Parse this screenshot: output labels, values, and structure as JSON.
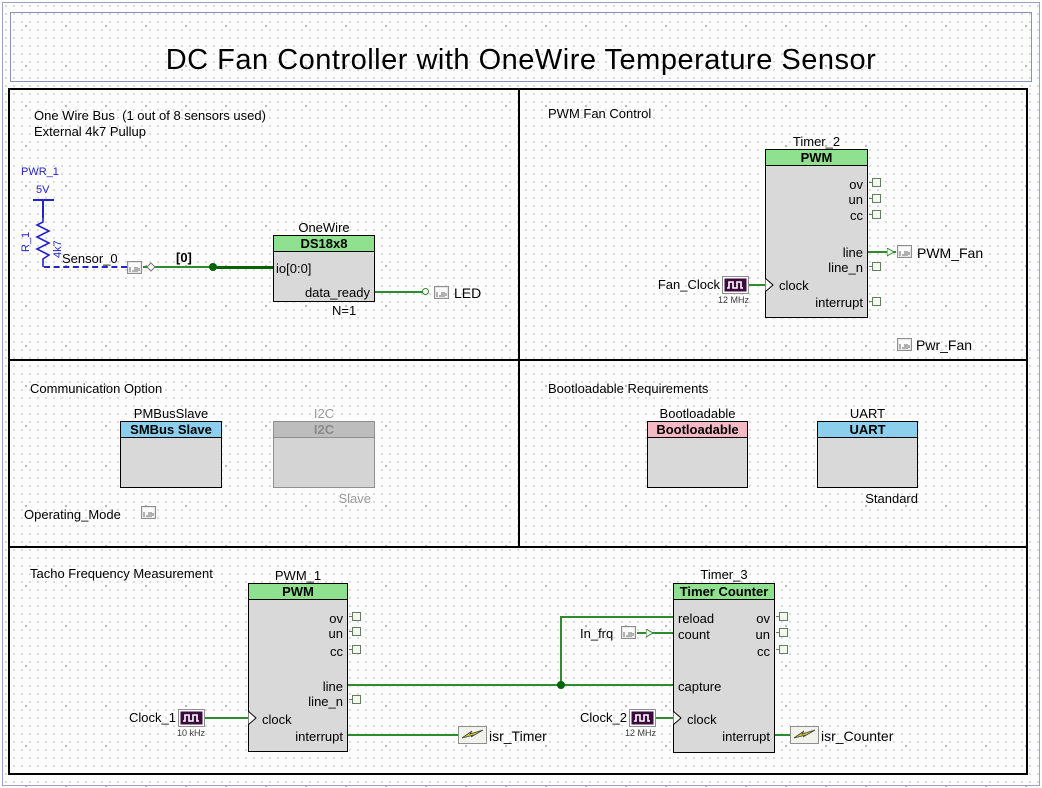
{
  "page": {
    "title": "DC Fan Controller with OneWire Temperature Sensor"
  },
  "colors": {
    "header_green": "#8fe08f",
    "header_blue": "#8ccfec",
    "header_pink": "#f5b9c6",
    "component_body": "#d9d9d9",
    "wire_green": "#2e8b2e",
    "bus_green": "#006400",
    "analog_blue": "#2323c8"
  },
  "one_wire": {
    "heading1": "One Wire Bus  (1 out of 8 sensors used)",
    "heading2": "External 4k7 Pullup",
    "power_name": "PWR_1",
    "power_voltage": "5V",
    "resistor_name": "R_1",
    "resistor_value": "4k7",
    "sensor_pin_label": "Sensor_0",
    "bus_bit_label": "[0]",
    "component": {
      "title": "OneWire",
      "header": "DS18x8",
      "port_io": "io[0:0]",
      "port_data_ready": "data_ready",
      "note": "N=1"
    },
    "led_pin_label": "LED"
  },
  "pwm_fan": {
    "heading": "PWM Fan Control",
    "component": {
      "title": "Timer_2",
      "header": "PWM",
      "ports_right": [
        "ov",
        "un",
        "cc",
        "line",
        "line_n",
        "interrupt"
      ],
      "port_clock": "clock"
    },
    "clock_name": "Fan_Clock",
    "clock_freq": "12 MHz",
    "pwm_fan_pin_label": "PWM_Fan",
    "pwr_fan_pin_label": "Pwr_Fan"
  },
  "communication": {
    "heading": "Communication Option",
    "pmbus": {
      "title": "PMBusSlave",
      "header": "SMBus Slave"
    },
    "i2c": {
      "title": "I2C",
      "header": "I2C",
      "subtitle": "Slave"
    },
    "operating_mode_pin_label": "Operating_Mode"
  },
  "bootloadable": {
    "heading": "Bootloadable Requirements",
    "boot": {
      "title": "Bootloadable",
      "header": "Bootloadable"
    },
    "uart": {
      "title": "UART",
      "header": "UART",
      "subtitle": "Standard"
    }
  },
  "tacho": {
    "heading": "Tacho Frequency Measurement",
    "pwm1": {
      "title": "PWM_1",
      "header": "PWM",
      "ports_right": [
        "ov",
        "un",
        "cc",
        "line",
        "line_n",
        "interrupt"
      ],
      "port_clock": "clock"
    },
    "timer3": {
      "title": "Timer_3",
      "header": "Timer Counter",
      "ports_left": [
        "reload",
        "count",
        "capture"
      ],
      "port_clock": "clock",
      "ports_right": [
        "ov",
        "un",
        "cc"
      ],
      "port_interrupt": "interrupt"
    },
    "clock1_name": "Clock_1",
    "clock1_freq": "10 kHz",
    "clock2_name": "Clock_2",
    "clock2_freq": "12 MHz",
    "in_frq_pin_label": "In_frq",
    "isr_timer_label": "isr_Timer",
    "isr_counter_label": "isr_Counter"
  }
}
